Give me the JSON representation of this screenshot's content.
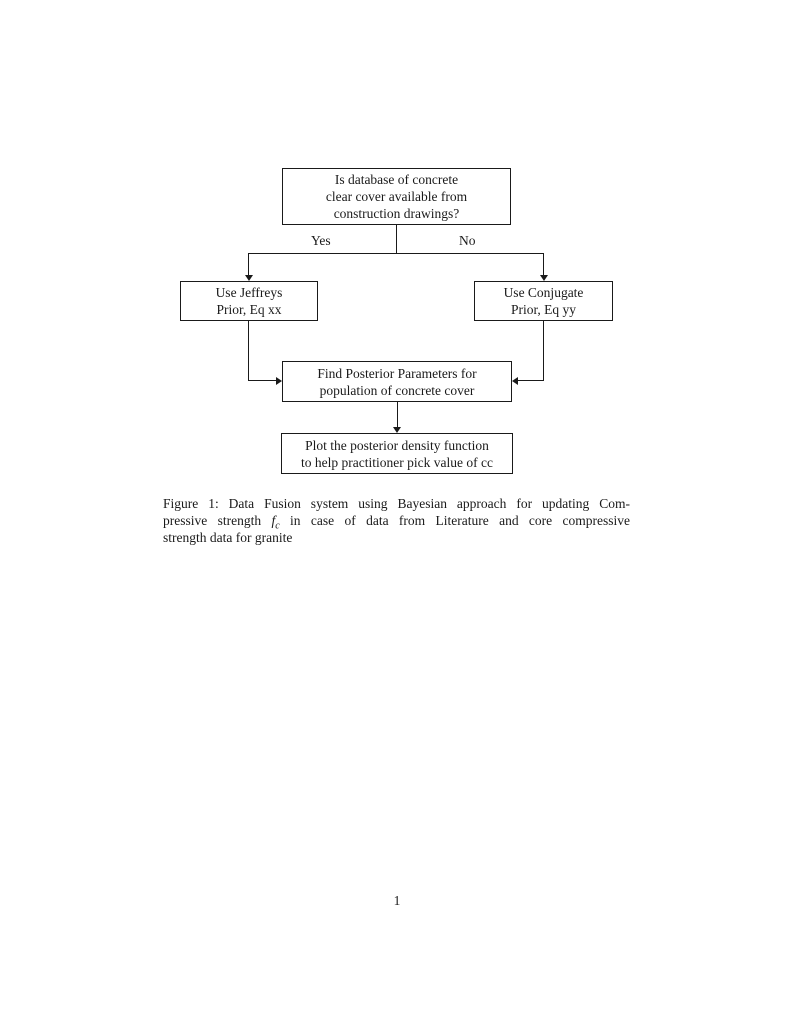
{
  "colors": {
    "ink": "#1a1a1a",
    "background": "#ffffff"
  },
  "flowchart": {
    "boxes": {
      "question": "Is database of concrete\nclear cover available from\nconstruction drawings?",
      "jeffreys": "Use Jeffreys\nPrior, Eq xx",
      "conjugate": "Use Conjugate\nPrior, Eq yy",
      "posterior": "Find Posterior Parameters for\npopulation of concrete cover",
      "plot": "Plot the posterior density function\nto help practitioner pick value of cc"
    },
    "labels": {
      "yes": "Yes",
      "no": "No"
    }
  },
  "caption": {
    "line1": "Figure 1: Data Fusion system using Bayesian approach for updating Com-",
    "line2_pre": "pressive strength ",
    "math_f": "f",
    "math_sub": "c",
    "line2_post": " in case of data from Literature and core compressive",
    "line3": "strength data for granite"
  },
  "page": {
    "number": "1"
  }
}
